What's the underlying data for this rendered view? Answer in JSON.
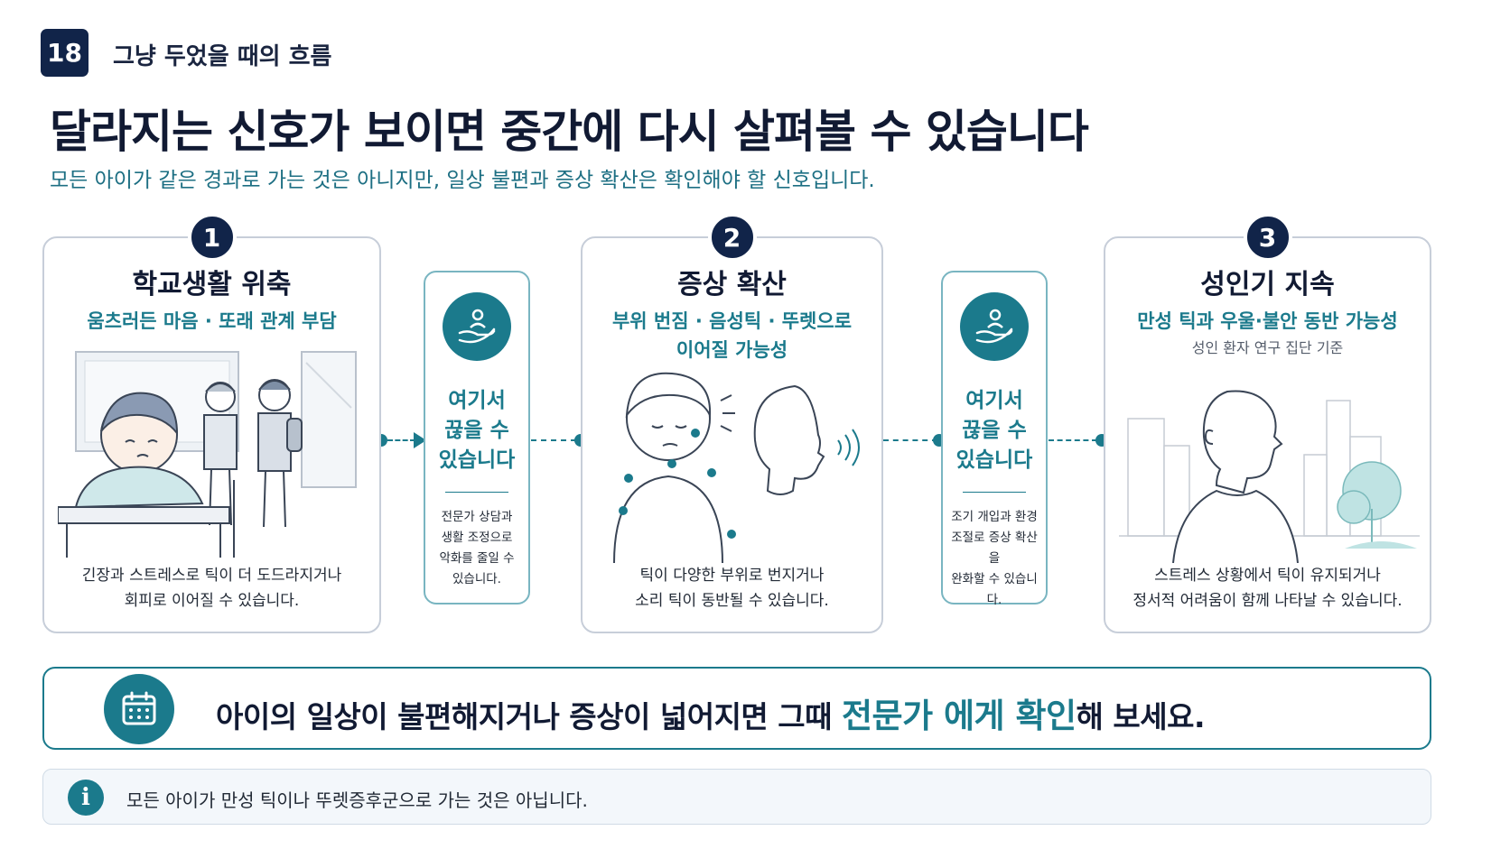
{
  "header": {
    "page_number": "18",
    "section_label": "그냥 두었을 때의 흐름",
    "title": "달라지는 신호가 보이면 중간에 다시 살펴볼 수 있습니다",
    "subtitle": "모든 아이가 같은 경과로 가는 것은 아니지만, 일상 불편과 증상 확산은 확인해야 할 신호입니다."
  },
  "stages": [
    {
      "number": "1",
      "title": "학교생활 위축",
      "subtitle": "움츠러든 마음 · 또래 관계 부담",
      "desc_line1": "긴장과 스트레스로 틱이 더 도드라지거나",
      "desc_line2": "회피로 이어질 수 있습니다."
    },
    {
      "number": "2",
      "title": "증상 확산",
      "subtitle_line1": "부위 번짐 · 음성틱 · 뚜렛으로",
      "subtitle_line2": "이어질 가능성",
      "desc_line1": "틱이 다양한 부위로 번지거나",
      "desc_line2": "소리 틱이 동반될 수 있습니다."
    },
    {
      "number": "3",
      "title": "성인기 지속",
      "subtitle": "만성 틱과 우울·불안 동반 가능성",
      "note": "성인 환자 연구 집단 기준",
      "desc_line1": "스트레스 상황에서 틱이 유지되거나",
      "desc_line2": "정서적 어려움이 함께 나타날 수 있습니다."
    }
  ],
  "interventions": [
    {
      "title_line1": "여기서",
      "title_line2": "끊을 수",
      "title_line3": "있습니다",
      "desc_line1": "전문가 상담과",
      "desc_line2": "생활 조정으로",
      "desc_line3": "악화를 줄일 수",
      "desc_line4": "있습니다."
    },
    {
      "title_line1": "여기서",
      "title_line2": "끊을 수",
      "title_line3": "있습니다",
      "desc_line1": "조기 개입과 환경",
      "desc_line2": "조절로 증상 확산을",
      "desc_line3": "완화할 수 있습니다."
    }
  ],
  "banner": {
    "text_before": "아이의 일상이 불편해지거나 증상이 넓어지면 그때 ",
    "highlight": "전문가 에게 확인",
    "text_after": "해 보세요."
  },
  "info": {
    "icon_glyph": "i",
    "text": "모든 아이가 만성 틱이나 뚜렛증후군으로 가는 것은 아닙니다."
  },
  "colors": {
    "navy": "#112449",
    "teal": "#1b7a8c",
    "card_border": "#c7ced9"
  },
  "icons": [
    "hand-care-icon",
    "calendar-icon",
    "info-icon"
  ]
}
